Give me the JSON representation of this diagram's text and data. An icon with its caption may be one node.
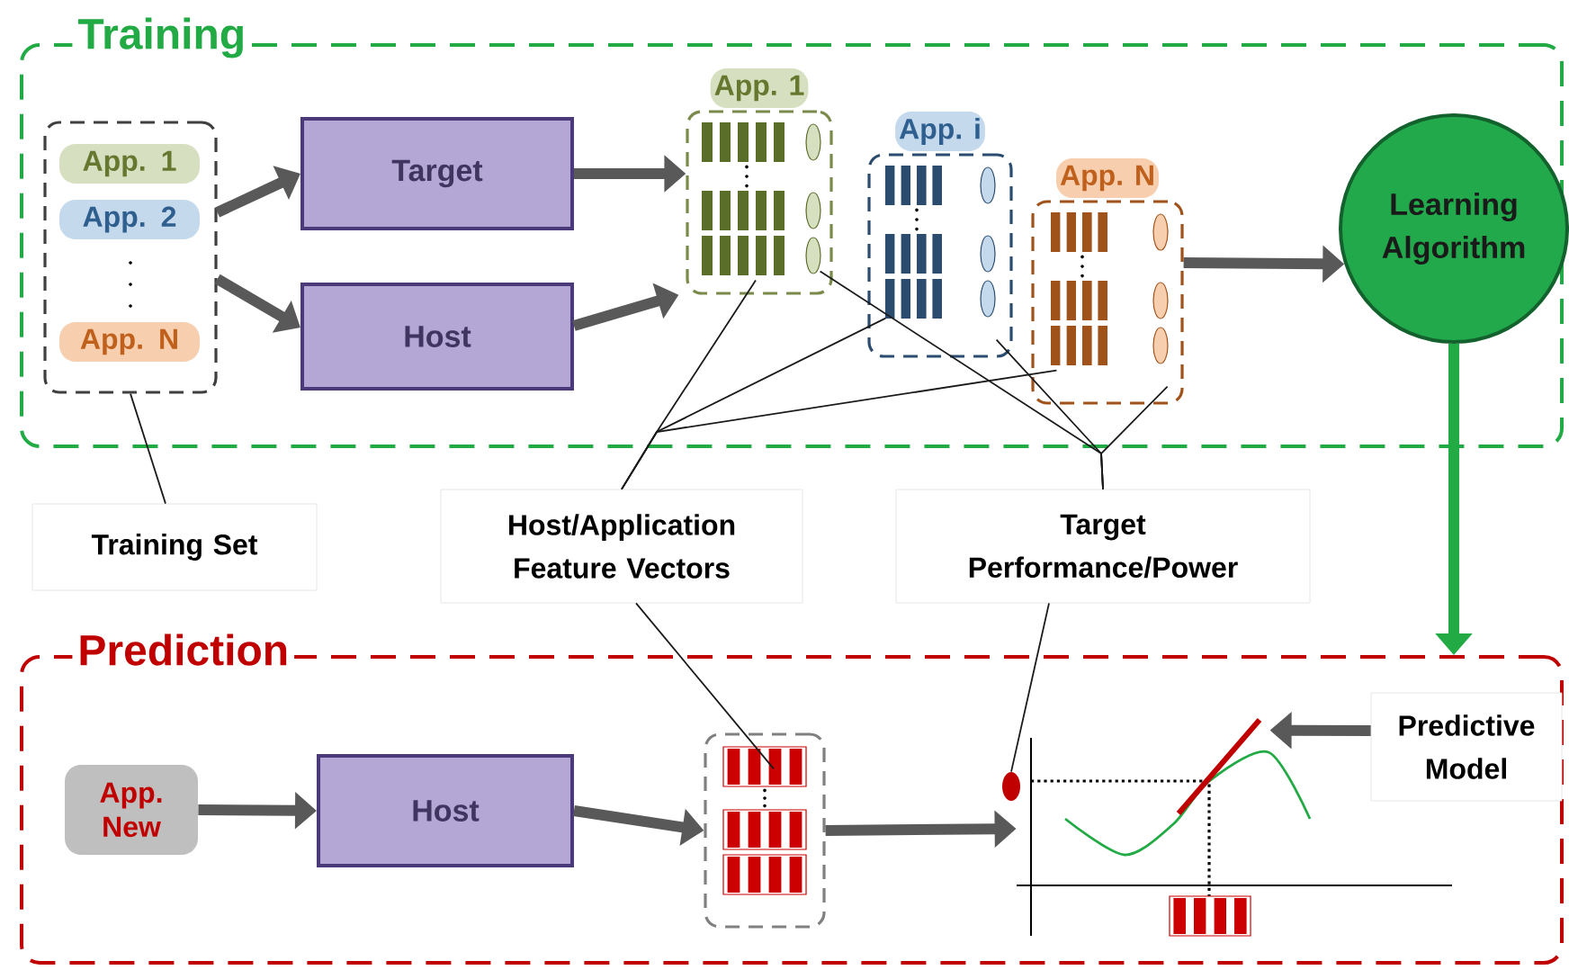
{
  "diagram": {
    "nodes": [
      {
        "text": [
          "Training"
        ]
      },
      {
        "text": [],
        "shape": "box",
        "in": 0
      },
      {
        "text": [
          "App. 1"
        ],
        "in": 1
      },
      {
        "text": [
          "App. 2"
        ],
        "in": 1
      },
      {
        "text": [
          "App. N"
        ],
        "in": 1
      },
      {
        "text": [
          "Target"
        ],
        "in": 0
      },
      {
        "text": [
          "Host"
        ],
        "in": 0
      },
      {
        "text": [
          "App. 1"
        ],
        "in": 0
      },
      {
        "text": [
          "App. i"
        ],
        "in": 0
      },
      {
        "text": [
          "App. N"
        ],
        "in": 0
      },
      {
        "text": [
          "Learning Algorithm"
        ],
        "in": 0
      },
      {
        "text": [
          "Training Set"
        ]
      },
      {
        "text": [
          "Host/Application Feature Vectors"
        ]
      },
      {
        "text": [
          "Target Performance/Power"
        ]
      },
      {
        "text": [
          "Prediction"
        ]
      },
      {
        "text": [
          "App. New"
        ],
        "in": 14
      },
      {
        "text": [
          "Host"
        ],
        "in": 14
      },
      {
        "text": [],
        "shape": "box",
        "in": 14
      },
      {
        "text": [],
        "shape": "picture",
        "in": 14
      },
      {
        "text": [],
        "shape": "circle",
        "in": 14
      },
      {
        "text": [
          "Predictive Model"
        ],
        "in": 14
      }
    ],
    "edges": [
      {
        "from": 1,
        "to": 5,
        "arrow": "to"
      },
      {
        "from": 1,
        "to": 6,
        "arrow": "to"
      },
      {
        "from": 5,
        "to": 7,
        "arrow": "to"
      },
      {
        "from": 6,
        "to": 7,
        "arrow": "to"
      },
      {
        "from": 9,
        "to": 10,
        "arrow": "to"
      },
      {
        "from": 10,
        "to": 14,
        "arrow": "to",
        "color": "#22aa44"
      },
      {
        "from": 11,
        "to": 1,
        "arrow": "none"
      },
      {
        "from": 12,
        "to": 7,
        "arrow": "none"
      },
      {
        "from": 12,
        "to": 8,
        "arrow": "none"
      },
      {
        "from": 12,
        "to": 9,
        "arrow": "none"
      },
      {
        "from": 12,
        "to": 17,
        "arrow": "none"
      },
      {
        "from": 13,
        "to": 7,
        "arrow": "none"
      },
      {
        "from": 13,
        "to": 8,
        "arrow": "none"
      },
      {
        "from": 13,
        "to": 9,
        "arrow": "none"
      },
      {
        "from": 13,
        "to": 19,
        "arrow": "none"
      },
      {
        "from": 15,
        "to": 16,
        "arrow": "to"
      },
      {
        "from": 16,
        "to": 17,
        "arrow": "to"
      },
      {
        "from": 17,
        "to": 18,
        "arrow": "to"
      },
      {
        "from": 20,
        "to": 18,
        "arrow": "to"
      }
    ]
  }
}
